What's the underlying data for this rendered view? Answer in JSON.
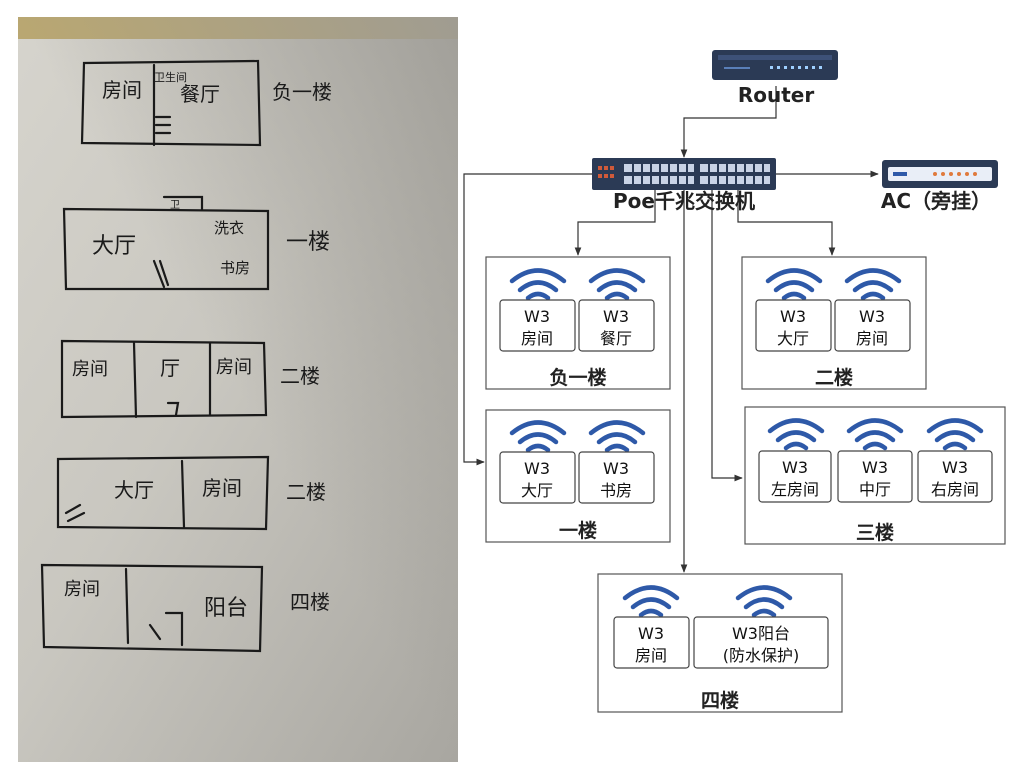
{
  "sketch": {
    "floors": [
      {
        "level": "负一楼",
        "rooms": [
          "房间",
          "卫生间",
          "餐厅"
        ]
      },
      {
        "level": "一楼",
        "rooms": [
          "大厅",
          "卫",
          "洗衣",
          "书房"
        ]
      },
      {
        "level": "二楼",
        "rooms": [
          "房间",
          "厅",
          "房间"
        ]
      },
      {
        "level": "二楼",
        "rooms": [
          "大厅",
          "房间"
        ]
      },
      {
        "level": "四楼",
        "rooms": [
          "房间",
          "阳台"
        ]
      }
    ]
  },
  "network": {
    "router": "Router",
    "switch": "Poe千兆交换机",
    "ac": "AC（旁挂）",
    "floors": [
      {
        "name": "负一楼",
        "aps": [
          [
            "W3",
            "房间"
          ],
          [
            "W3",
            "餐厅"
          ]
        ]
      },
      {
        "name": "二楼",
        "aps": [
          [
            "W3",
            "大厅"
          ],
          [
            "W3",
            "房间"
          ]
        ]
      },
      {
        "name": "一楼",
        "aps": [
          [
            "W3",
            "大厅"
          ],
          [
            "W3",
            "书房"
          ]
        ]
      },
      {
        "name": "三楼",
        "aps": [
          [
            "W3",
            "左房间"
          ],
          [
            "W3",
            "中厅"
          ],
          [
            "W3",
            "右房间"
          ]
        ]
      },
      {
        "name": "四楼",
        "aps": [
          [
            "W3",
            "房间"
          ],
          [
            "W3阳台",
            "(防水保护)"
          ]
        ]
      }
    ]
  },
  "colors": {
    "wifi": "#2e59a8",
    "paper": "#c8c6bf",
    "device": "#2b3a55"
  }
}
